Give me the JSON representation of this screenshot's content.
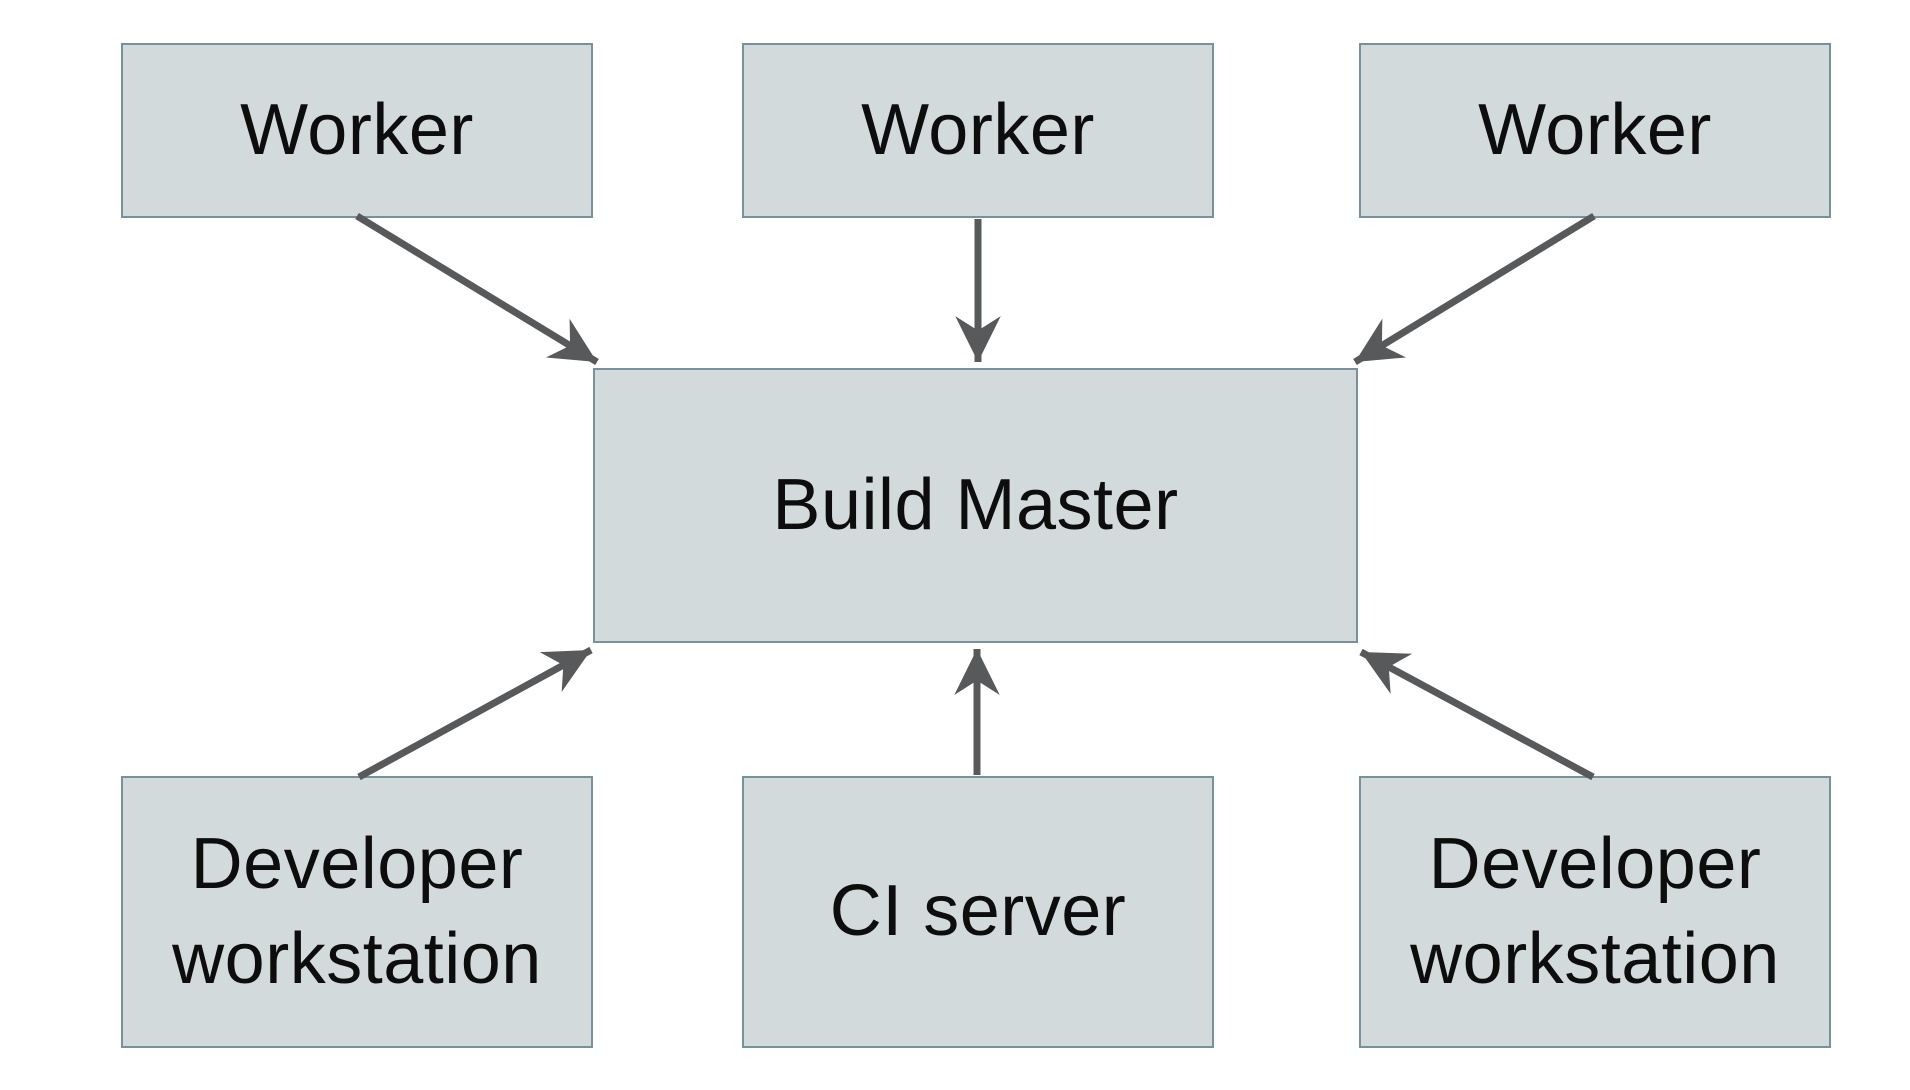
{
  "diagram": {
    "type": "architecture-diagram",
    "description": "Distributed build system diagram: three Worker nodes point down to a central Build Master; two Developer workstation nodes and a CI server node point up to the Build Master.",
    "colors": {
      "background": "#ffffff",
      "node_fill": "#d3dadb",
      "node_border": "#78929c",
      "arrow": "#58595b",
      "text": "#0d0d0d"
    },
    "nodes": [
      {
        "id": "worker-top-left",
        "label": "Worker"
      },
      {
        "id": "worker-top-center",
        "label": "Worker"
      },
      {
        "id": "worker-top-right",
        "label": "Worker"
      },
      {
        "id": "build-master",
        "label": "Build Master"
      },
      {
        "id": "developer-workstation-left",
        "label": "Developer workstation"
      },
      {
        "id": "ci-server",
        "label": "CI server"
      },
      {
        "id": "developer-workstation-right",
        "label": "Developer workstation"
      }
    ],
    "edges": [
      {
        "from": "worker-top-left",
        "to": "build-master",
        "direction": "down-right"
      },
      {
        "from": "worker-top-center",
        "to": "build-master",
        "direction": "down"
      },
      {
        "from": "worker-top-right",
        "to": "build-master",
        "direction": "down-left"
      },
      {
        "from": "developer-workstation-left",
        "to": "build-master",
        "direction": "up-right"
      },
      {
        "from": "ci-server",
        "to": "build-master",
        "direction": "up"
      },
      {
        "from": "developer-workstation-right",
        "to": "build-master",
        "direction": "up-left"
      }
    ]
  }
}
